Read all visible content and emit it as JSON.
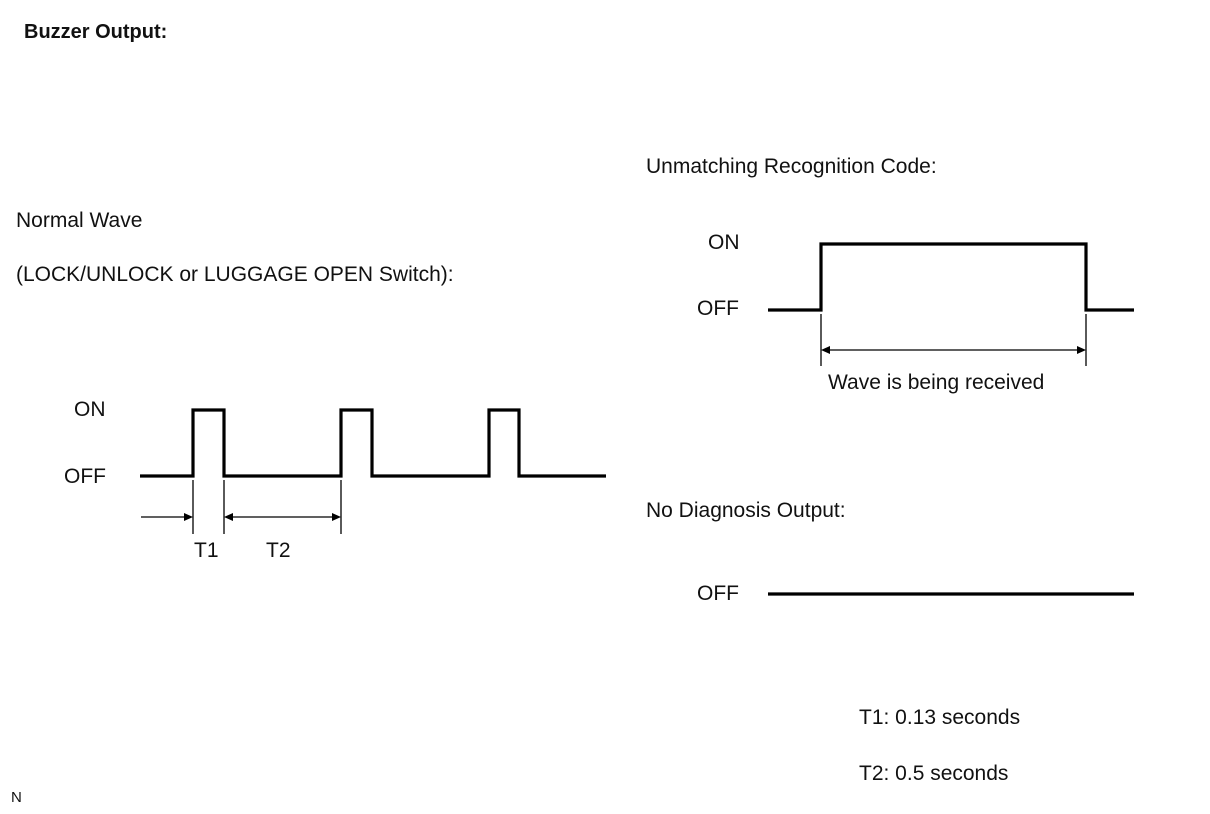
{
  "page": {
    "title": "Buzzer Output:",
    "corner_mark": "N"
  },
  "normal_wave": {
    "heading_line1": "Normal Wave",
    "heading_line2": "(LOCK/UNLOCK or LUGGAGE OPEN Switch):",
    "on_label": "ON",
    "off_label": "OFF",
    "t1_label": "T1",
    "t2_label": "T2",
    "pulse_count": 3
  },
  "unmatching": {
    "heading": "Unmatching Recognition Code:",
    "on_label": "ON",
    "off_label": "OFF",
    "annotation": "Wave is being received"
  },
  "no_diagnosis": {
    "heading": "No Diagnosis Output:",
    "off_label": "OFF"
  },
  "legend": {
    "t1": "T1: 0.13 seconds",
    "t2": "T2: 0.5 seconds"
  }
}
